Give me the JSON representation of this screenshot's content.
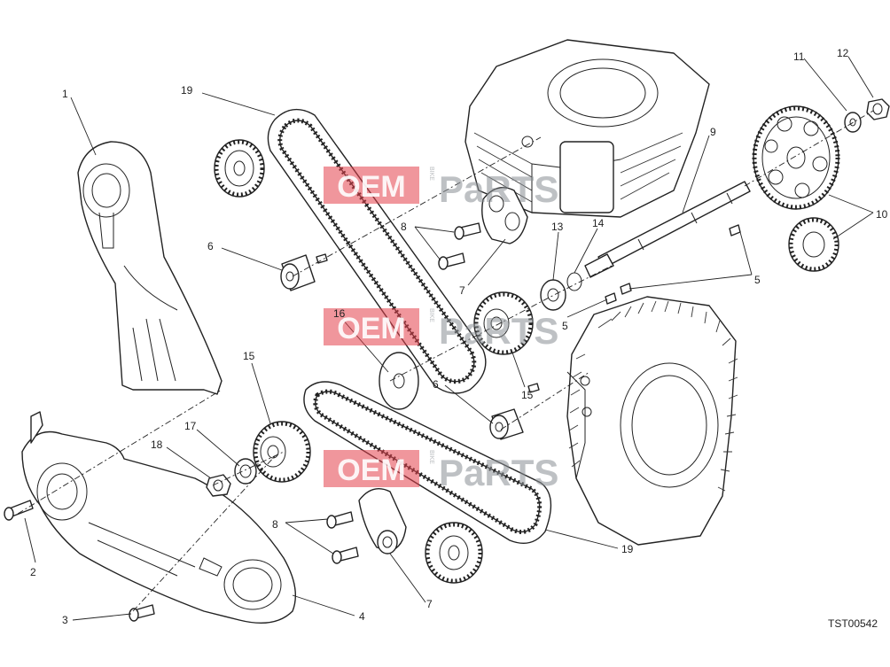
{
  "diagram": {
    "reference_code": "TST00542",
    "watermark": {
      "box_text": "OEM",
      "vertical_text": "BIKE",
      "trail_text": "PaRTS"
    },
    "callouts": [
      {
        "id": "c19a",
        "label": "19"
      },
      {
        "id": "c1",
        "label": "1"
      },
      {
        "id": "c6a",
        "label": "6"
      },
      {
        "id": "c8a",
        "label": "8"
      },
      {
        "id": "c7a",
        "label": "7"
      },
      {
        "id": "c16",
        "label": "16"
      },
      {
        "id": "c15a",
        "label": "15"
      },
      {
        "id": "c17",
        "label": "17"
      },
      {
        "id": "c18",
        "label": "18"
      },
      {
        "id": "c2",
        "label": "2"
      },
      {
        "id": "c3",
        "label": "3"
      },
      {
        "id": "c4",
        "label": "4"
      },
      {
        "id": "c8b",
        "label": "8"
      },
      {
        "id": "c7b",
        "label": "7"
      },
      {
        "id": "c19b",
        "label": "19"
      },
      {
        "id": "c6b",
        "label": "6"
      },
      {
        "id": "c15b",
        "label": "15"
      },
      {
        "id": "c13",
        "label": "13"
      },
      {
        "id": "c14",
        "label": "14"
      },
      {
        "id": "c9",
        "label": "9"
      },
      {
        "id": "c11",
        "label": "11"
      },
      {
        "id": "c12",
        "label": "12"
      },
      {
        "id": "c10",
        "label": "10"
      },
      {
        "id": "c5a",
        "label": "5"
      },
      {
        "id": "c5b",
        "label": "5"
      }
    ]
  }
}
